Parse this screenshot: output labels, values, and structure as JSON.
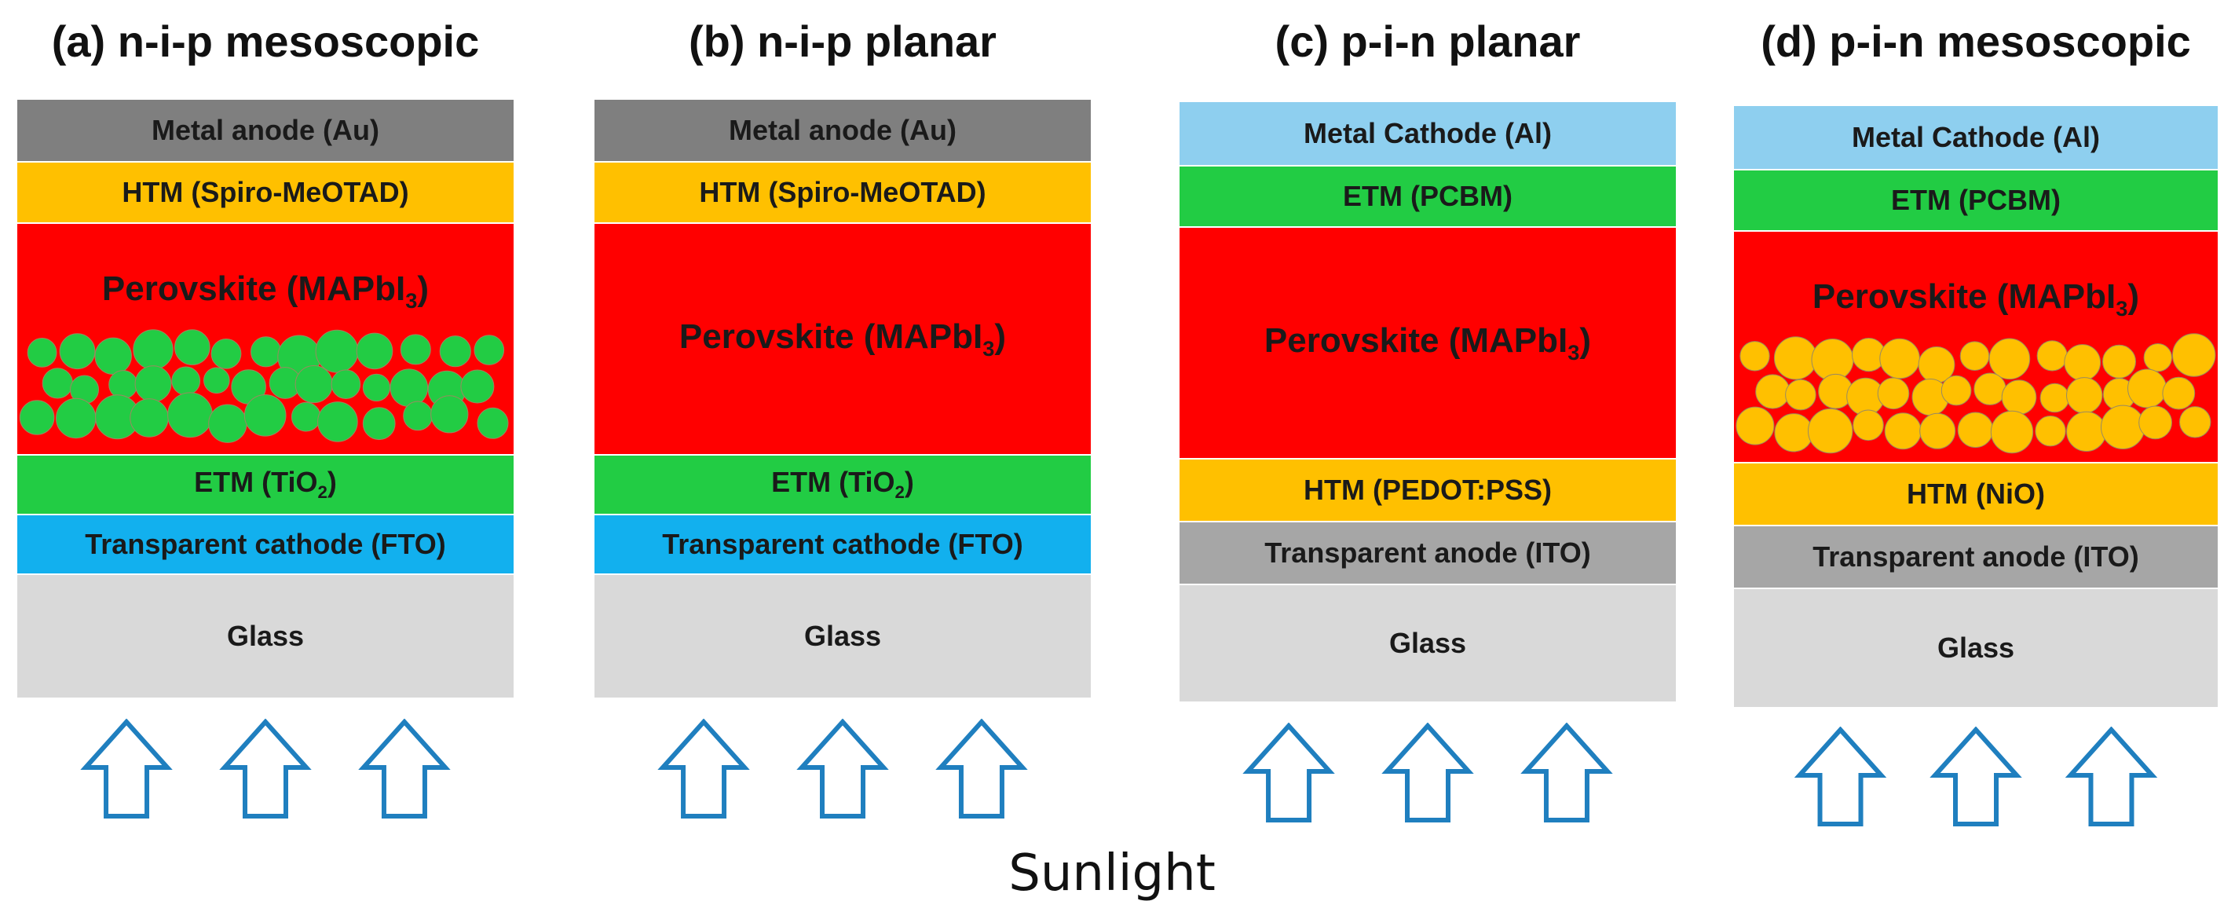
{
  "panels": [
    {
      "id": "a",
      "title": "(a) n-i-p mesoscopic",
      "particle_color": "#22cc44",
      "layers": [
        {
          "key": "electrode-top",
          "label": "Metal anode (Au)",
          "color": "#7f7f7f"
        },
        {
          "key": "transport-top",
          "label": "HTM (Spiro-MeOTAD)",
          "color": "#ffc000"
        },
        {
          "key": "perovskite",
          "label_main": "Perovskite (MAPbI",
          "label_sub": "3",
          "label_end": ")",
          "color": "#ff0000"
        },
        {
          "key": "transport-bottom",
          "label_main": "ETM (TiO",
          "label_sub": "2",
          "label_end": ")",
          "color": "#22cc44"
        },
        {
          "key": "electrode-bottom",
          "label": "Transparent cathode (FTO)",
          "color": "#12b0ee"
        },
        {
          "key": "glass",
          "label": "Glass",
          "color": "#d9d9d9"
        }
      ]
    },
    {
      "id": "b",
      "title": "(b) n-i-p planar",
      "layers": [
        {
          "key": "electrode-top",
          "label": "Metal anode (Au)",
          "color": "#7f7f7f"
        },
        {
          "key": "transport-top",
          "label": "HTM (Spiro-MeOTAD)",
          "color": "#ffc000"
        },
        {
          "key": "perovskite",
          "label_main": "Perovskite (MAPbI",
          "label_sub": "3",
          "label_end": ")",
          "color": "#ff0000"
        },
        {
          "key": "transport-bottom",
          "label_main": "ETM (TiO",
          "label_sub": "2",
          "label_end": ")",
          "color": "#22cc44"
        },
        {
          "key": "electrode-bottom",
          "label": "Transparent cathode (FTO)",
          "color": "#12b0ee"
        },
        {
          "key": "glass",
          "label": "Glass",
          "color": "#d9d9d9"
        }
      ]
    },
    {
      "id": "c",
      "title": "(c) p-i-n planar",
      "layers": [
        {
          "key": "electrode-top",
          "label": "Metal Cathode (Al)",
          "color": "#8ecfef"
        },
        {
          "key": "transport-top",
          "label": "ETM (PCBM)",
          "color": "#22cc44"
        },
        {
          "key": "perovskite",
          "label_main": "Perovskite (MAPbI",
          "label_sub": "3",
          "label_end": ")",
          "color": "#ff0000"
        },
        {
          "key": "transport-bottom",
          "label": "HTM (PEDOT:PSS)",
          "color": "#ffc000"
        },
        {
          "key": "electrode-bottom",
          "label": "Transparent anode (ITO)",
          "color": "#a6a6a6"
        },
        {
          "key": "glass",
          "label": "Glass",
          "color": "#d9d9d9"
        }
      ]
    },
    {
      "id": "d",
      "title": "(d) p-i-n mesoscopic",
      "particle_color": "#ffc000",
      "layers": [
        {
          "key": "electrode-top",
          "label": "Metal Cathode (Al)",
          "color": "#8ecfef"
        },
        {
          "key": "transport-top",
          "label": "ETM (PCBM)",
          "color": "#22cc44"
        },
        {
          "key": "perovskite",
          "label_main": "Perovskite (MAPbI",
          "label_sub": "3",
          "label_end": ")",
          "color": "#ff0000"
        },
        {
          "key": "transport-bottom",
          "label": "HTM (NiO)",
          "color": "#ffc000"
        },
        {
          "key": "electrode-bottom",
          "label": "Transparent anode (ITO)",
          "color": "#a6a6a6"
        },
        {
          "key": "glass",
          "label": "Glass",
          "color": "#d9d9d9"
        }
      ]
    }
  ],
  "arrow_color": "#1f7fbf",
  "caption": "Sunlight"
}
